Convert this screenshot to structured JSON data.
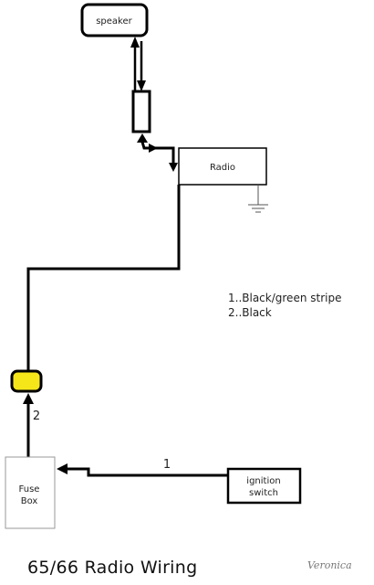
{
  "components": {
    "speaker": "speaker",
    "radio": "Radio",
    "fuse_box_line1": "Fuse",
    "fuse_box_line2": "Box",
    "ignition_switch_line1": "ignition",
    "ignition_switch_line2": "switch"
  },
  "wire_labels": {
    "wire_1": "1",
    "wire_2": "2"
  },
  "legend": {
    "line_1": "1..Black/green stripe",
    "line_2": "2..Black"
  },
  "title": "65/66 Radio Wiring",
  "signature": "Veronica",
  "colors": {
    "fuse_holder": "#f5e61a",
    "wire": "#000000"
  }
}
